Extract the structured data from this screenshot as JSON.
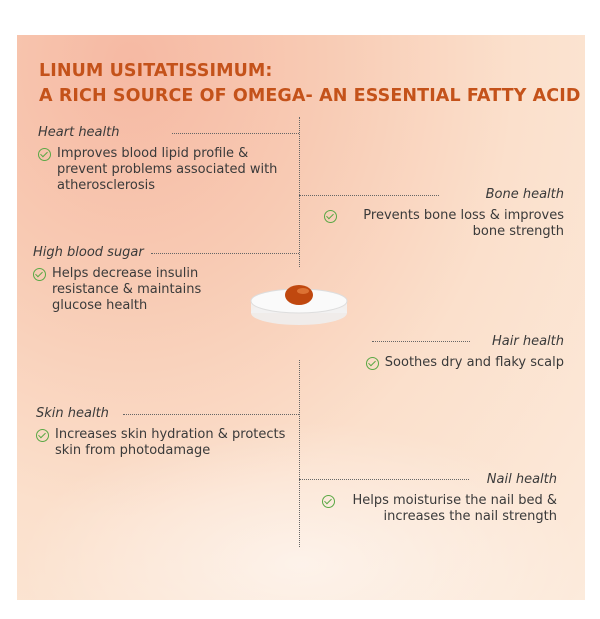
{
  "title": {
    "line1": "LINUM USITATISSIMUM:",
    "line2": "A RICH SOURCE OF OMEGA- AN ESSENTIAL FATTY ACID"
  },
  "benefits": [
    {
      "heading": "Heart health",
      "text": "Improves blood lipid profile & prevent problems associated with atherosclerosis"
    },
    {
      "heading": "Bone health",
      "text": "Prevents bone loss & improves bone strength"
    },
    {
      "heading": "High blood sugar",
      "text": "Helps decrease insulin resistance & maintains glucose health"
    },
    {
      "heading": "Hair health",
      "text": "Soothes dry and flaky scalp"
    },
    {
      "heading": "Skin health",
      "text": "Increases skin hydration & protects skin from photodamage"
    },
    {
      "heading": "Nail health",
      "text": "Helps moisturise the nail bed & increases the nail strength"
    }
  ],
  "colors": {
    "title": "#c4521a",
    "check": "#5aa845"
  }
}
